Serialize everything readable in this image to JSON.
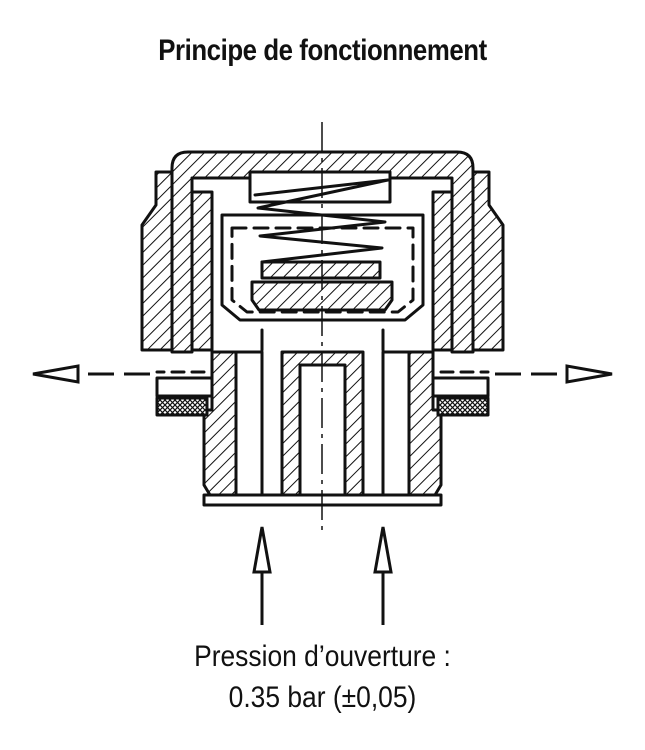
{
  "title": "Principe de fonctionnement",
  "caption": {
    "line1": "Pression d’ouverture :",
    "line2": "0.35 bar (±0,05)"
  },
  "colors": {
    "ink": "#111111",
    "background": "#ffffff"
  }
}
